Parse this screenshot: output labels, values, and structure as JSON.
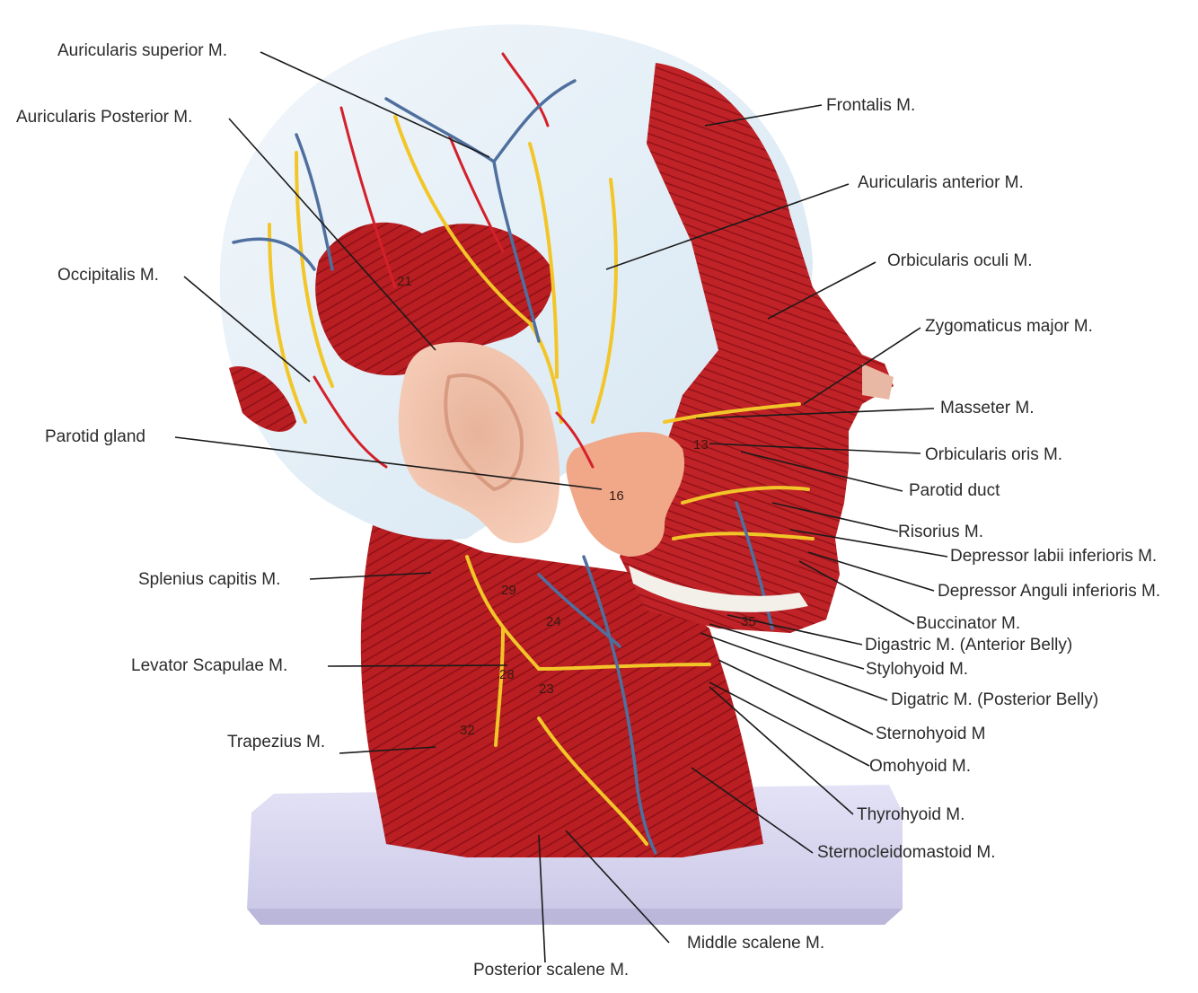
{
  "labels": [
    {
      "id": "auricularis-superior",
      "text": "Auricularis superior M."
    },
    {
      "id": "auricularis-posterior",
      "text": "Auricularis Posterior M."
    },
    {
      "id": "occipitalis",
      "text": "Occipitalis M."
    },
    {
      "id": "parotid-gland",
      "text": "Parotid gland"
    },
    {
      "id": "splenius-capitis",
      "text": "Splenius capitis M."
    },
    {
      "id": "levator-scapulae",
      "text": "Levator Scapulae M."
    },
    {
      "id": "trapezius",
      "text": "Trapezius M."
    },
    {
      "id": "frontalis",
      "text": "Frontalis M."
    },
    {
      "id": "auricularis-anterior",
      "text": "Auricularis anterior M."
    },
    {
      "id": "orbicularis-oculi",
      "text": "Orbicularis oculi M."
    },
    {
      "id": "zygomaticus-major",
      "text": "Zygomaticus major M."
    },
    {
      "id": "masseter",
      "text": "Masseter M."
    },
    {
      "id": "orbicularis-oris",
      "text": "Orbicularis oris M."
    },
    {
      "id": "parotid-duct",
      "text": "Parotid duct"
    },
    {
      "id": "risorius",
      "text": "Risorius M."
    },
    {
      "id": "depressor-labii-inferioris",
      "text": "Depressor labii inferioris M."
    },
    {
      "id": "depressor-anguli-inferioris",
      "text": "Depressor Anguli inferioris M."
    },
    {
      "id": "buccinator",
      "text": "Buccinator M."
    },
    {
      "id": "digastric-anterior",
      "text": "Digastric M. (Anterior Belly)"
    },
    {
      "id": "stylohyoid",
      "text": "Stylohyoid M."
    },
    {
      "id": "digastric-posterior",
      "text": "Digatric M. (Posterior Belly)"
    },
    {
      "id": "sternohyoid",
      "text": "Sternohyoid M"
    },
    {
      "id": "omohyoid",
      "text": "Omohyoid M."
    },
    {
      "id": "thyrohyoid",
      "text": "Thyrohyoid M."
    },
    {
      "id": "sternocleidomastoid",
      "text": "Sternocleidomastoid M."
    },
    {
      "id": "middle-scalene",
      "text": "Middle scalene M."
    },
    {
      "id": "posterior-scalene",
      "text": "Posterior scalene M."
    }
  ],
  "model_numbers": [
    {
      "id": "n21",
      "text": "21"
    },
    {
      "id": "n16",
      "text": "16"
    },
    {
      "id": "n35",
      "text": "35"
    },
    {
      "id": "n29",
      "text": "29"
    },
    {
      "id": "n24",
      "text": "24"
    },
    {
      "id": "n28",
      "text": "28"
    },
    {
      "id": "n32",
      "text": "32"
    },
    {
      "id": "n23",
      "text": "23"
    },
    {
      "id": "n13",
      "text": "13"
    }
  ]
}
